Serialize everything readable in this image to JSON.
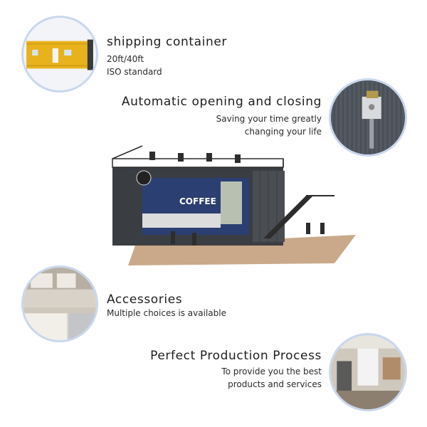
{
  "features": [
    {
      "title": "shipping container",
      "lines": [
        "20ft/40ft",
        "ISO standard"
      ],
      "image_icon": "yellow-container-photo"
    },
    {
      "title": "Automatic opening and closing",
      "lines": [
        "Saving your time greatly",
        "changing your life"
      ],
      "image_icon": "hydraulic-mechanism-photo"
    },
    {
      "title": "Accessories",
      "lines": [
        "Multiple choices is available"
      ],
      "image_icon": "kitchen-photo"
    },
    {
      "title": "Perfect Production Process",
      "lines": [
        "To provide you the best",
        "products and services"
      ],
      "image_icon": "interior-photo"
    }
  ],
  "hero": {
    "sign_text": "COFFEE"
  },
  "colors": {
    "accent_border": "#c9d7ee",
    "container_yellow": "#e8b21c",
    "container_dark": "#3a3d42",
    "wall_blue": "#2c3f73",
    "deck": "#c9a98a"
  }
}
